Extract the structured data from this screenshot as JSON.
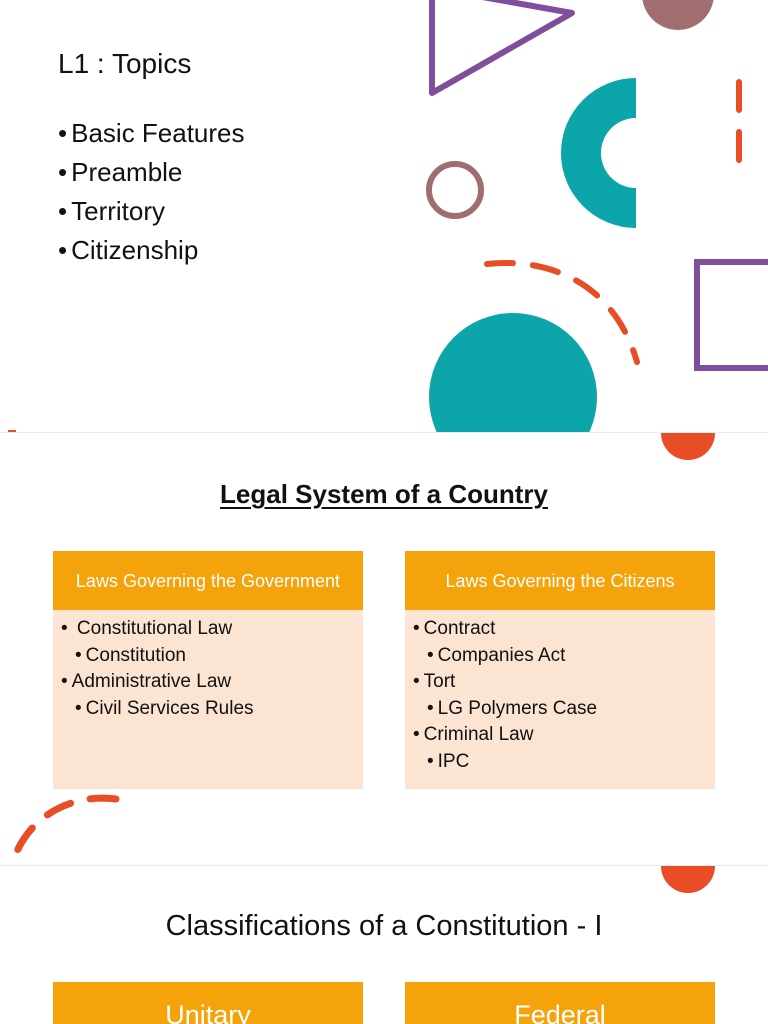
{
  "slides": [
    {
      "title": "L1 : Topics",
      "bullets": [
        "Basic Features",
        "Preamble",
        "Territory",
        "Citizenship"
      ]
    },
    {
      "title": "Legal System of a Country",
      "columns": [
        {
          "header": "Laws Governing the Government",
          "items": [
            {
              "level": 1,
              "text": " Constitutional Law"
            },
            {
              "level": 2,
              "text": "Constitution"
            },
            {
              "level": 1,
              "text": "Administrative Law"
            },
            {
              "level": 2,
              "text": "Civil Services Rules"
            }
          ]
        },
        {
          "header": "Laws Governing the Citizens",
          "items": [
            {
              "level": 1,
              "text": "Contract"
            },
            {
              "level": 2,
              "text": "Companies Act"
            },
            {
              "level": 1,
              "text": "Tort"
            },
            {
              "level": 2,
              "text": "LG Polymers Case"
            },
            {
              "level": 1,
              "text": "Criminal Law"
            },
            {
              "level": 2,
              "text": "IPC"
            }
          ]
        }
      ]
    },
    {
      "title": "Classifications of a Constitution - I",
      "boxes": [
        "Unitary",
        "Federal"
      ]
    }
  ],
  "colors": {
    "orange": "#f4a30b",
    "peach": "#fce4d3",
    "teal": "#0ba5aa",
    "purple": "#7f4f9c",
    "mauve": "#a06e6e",
    "red": "#e84d25"
  }
}
